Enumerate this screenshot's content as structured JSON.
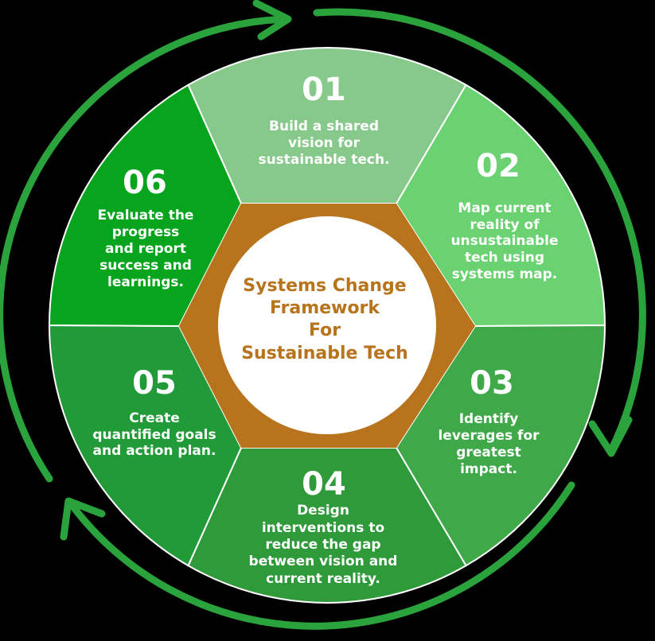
{
  "center": {
    "line1": "Systems Change",
    "line2": "Framework",
    "line3": "For",
    "line4": "Sustainable Tech"
  },
  "steps": [
    {
      "number": "01",
      "line1": "Build a shared",
      "line2": "vision for",
      "line3": "sustainable tech.",
      "color": "#86c98a"
    },
    {
      "number": "02",
      "line1": "Map current",
      "line2": "reality of",
      "line3": "unsustainable",
      "line4": "tech using",
      "line5": "systems map.",
      "color": "#6ad270"
    },
    {
      "number": "03",
      "line1": "Identify",
      "line2": "leverages for",
      "line3": "greatest",
      "line4": "impact.",
      "color": "#3fa949"
    },
    {
      "number": "04",
      "line1": "Design",
      "line2": "interventions to",
      "line3": "reduce the gap",
      "line4": "between vision and",
      "line5": "current reality.",
      "color": "#2f9a3a"
    },
    {
      "number": "05",
      "line1": "Create",
      "line2": "quantified goals",
      "line3": "and action plan.",
      "color": "#219a38"
    },
    {
      "number": "06",
      "line1": "Evaluate the",
      "line2": "progress",
      "line3": "and report",
      "line4": "success and",
      "line5": "learnings.",
      "color": "#07a51e"
    }
  ],
  "colors": {
    "background": "#000000",
    "arrow": "#2aa33d",
    "hexagon_ring": "#b8731d",
    "center_fill": "#ffffff",
    "center_text": "#b8731d",
    "divider": "#ffffff"
  }
}
